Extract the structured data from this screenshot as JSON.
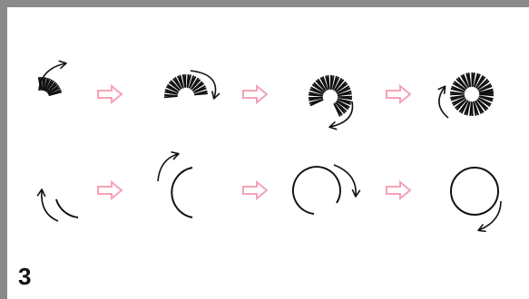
{
  "step_number": "3",
  "colors": {
    "frame": "#8a8a8a",
    "ink": "#111111",
    "arrow": "#f4a3b6"
  },
  "icons": {
    "process_arrow": "pink-outline-right-arrow",
    "rotation_arrow": "curved-rotation-arrow",
    "spiky_shape": "spiky-petal-arc",
    "plain_shape": "plain-circle-arc"
  },
  "rows": [
    {
      "name": "spiky-sequence",
      "steps": 4
    },
    {
      "name": "plain-circle-sequence",
      "steps": 4
    }
  ]
}
